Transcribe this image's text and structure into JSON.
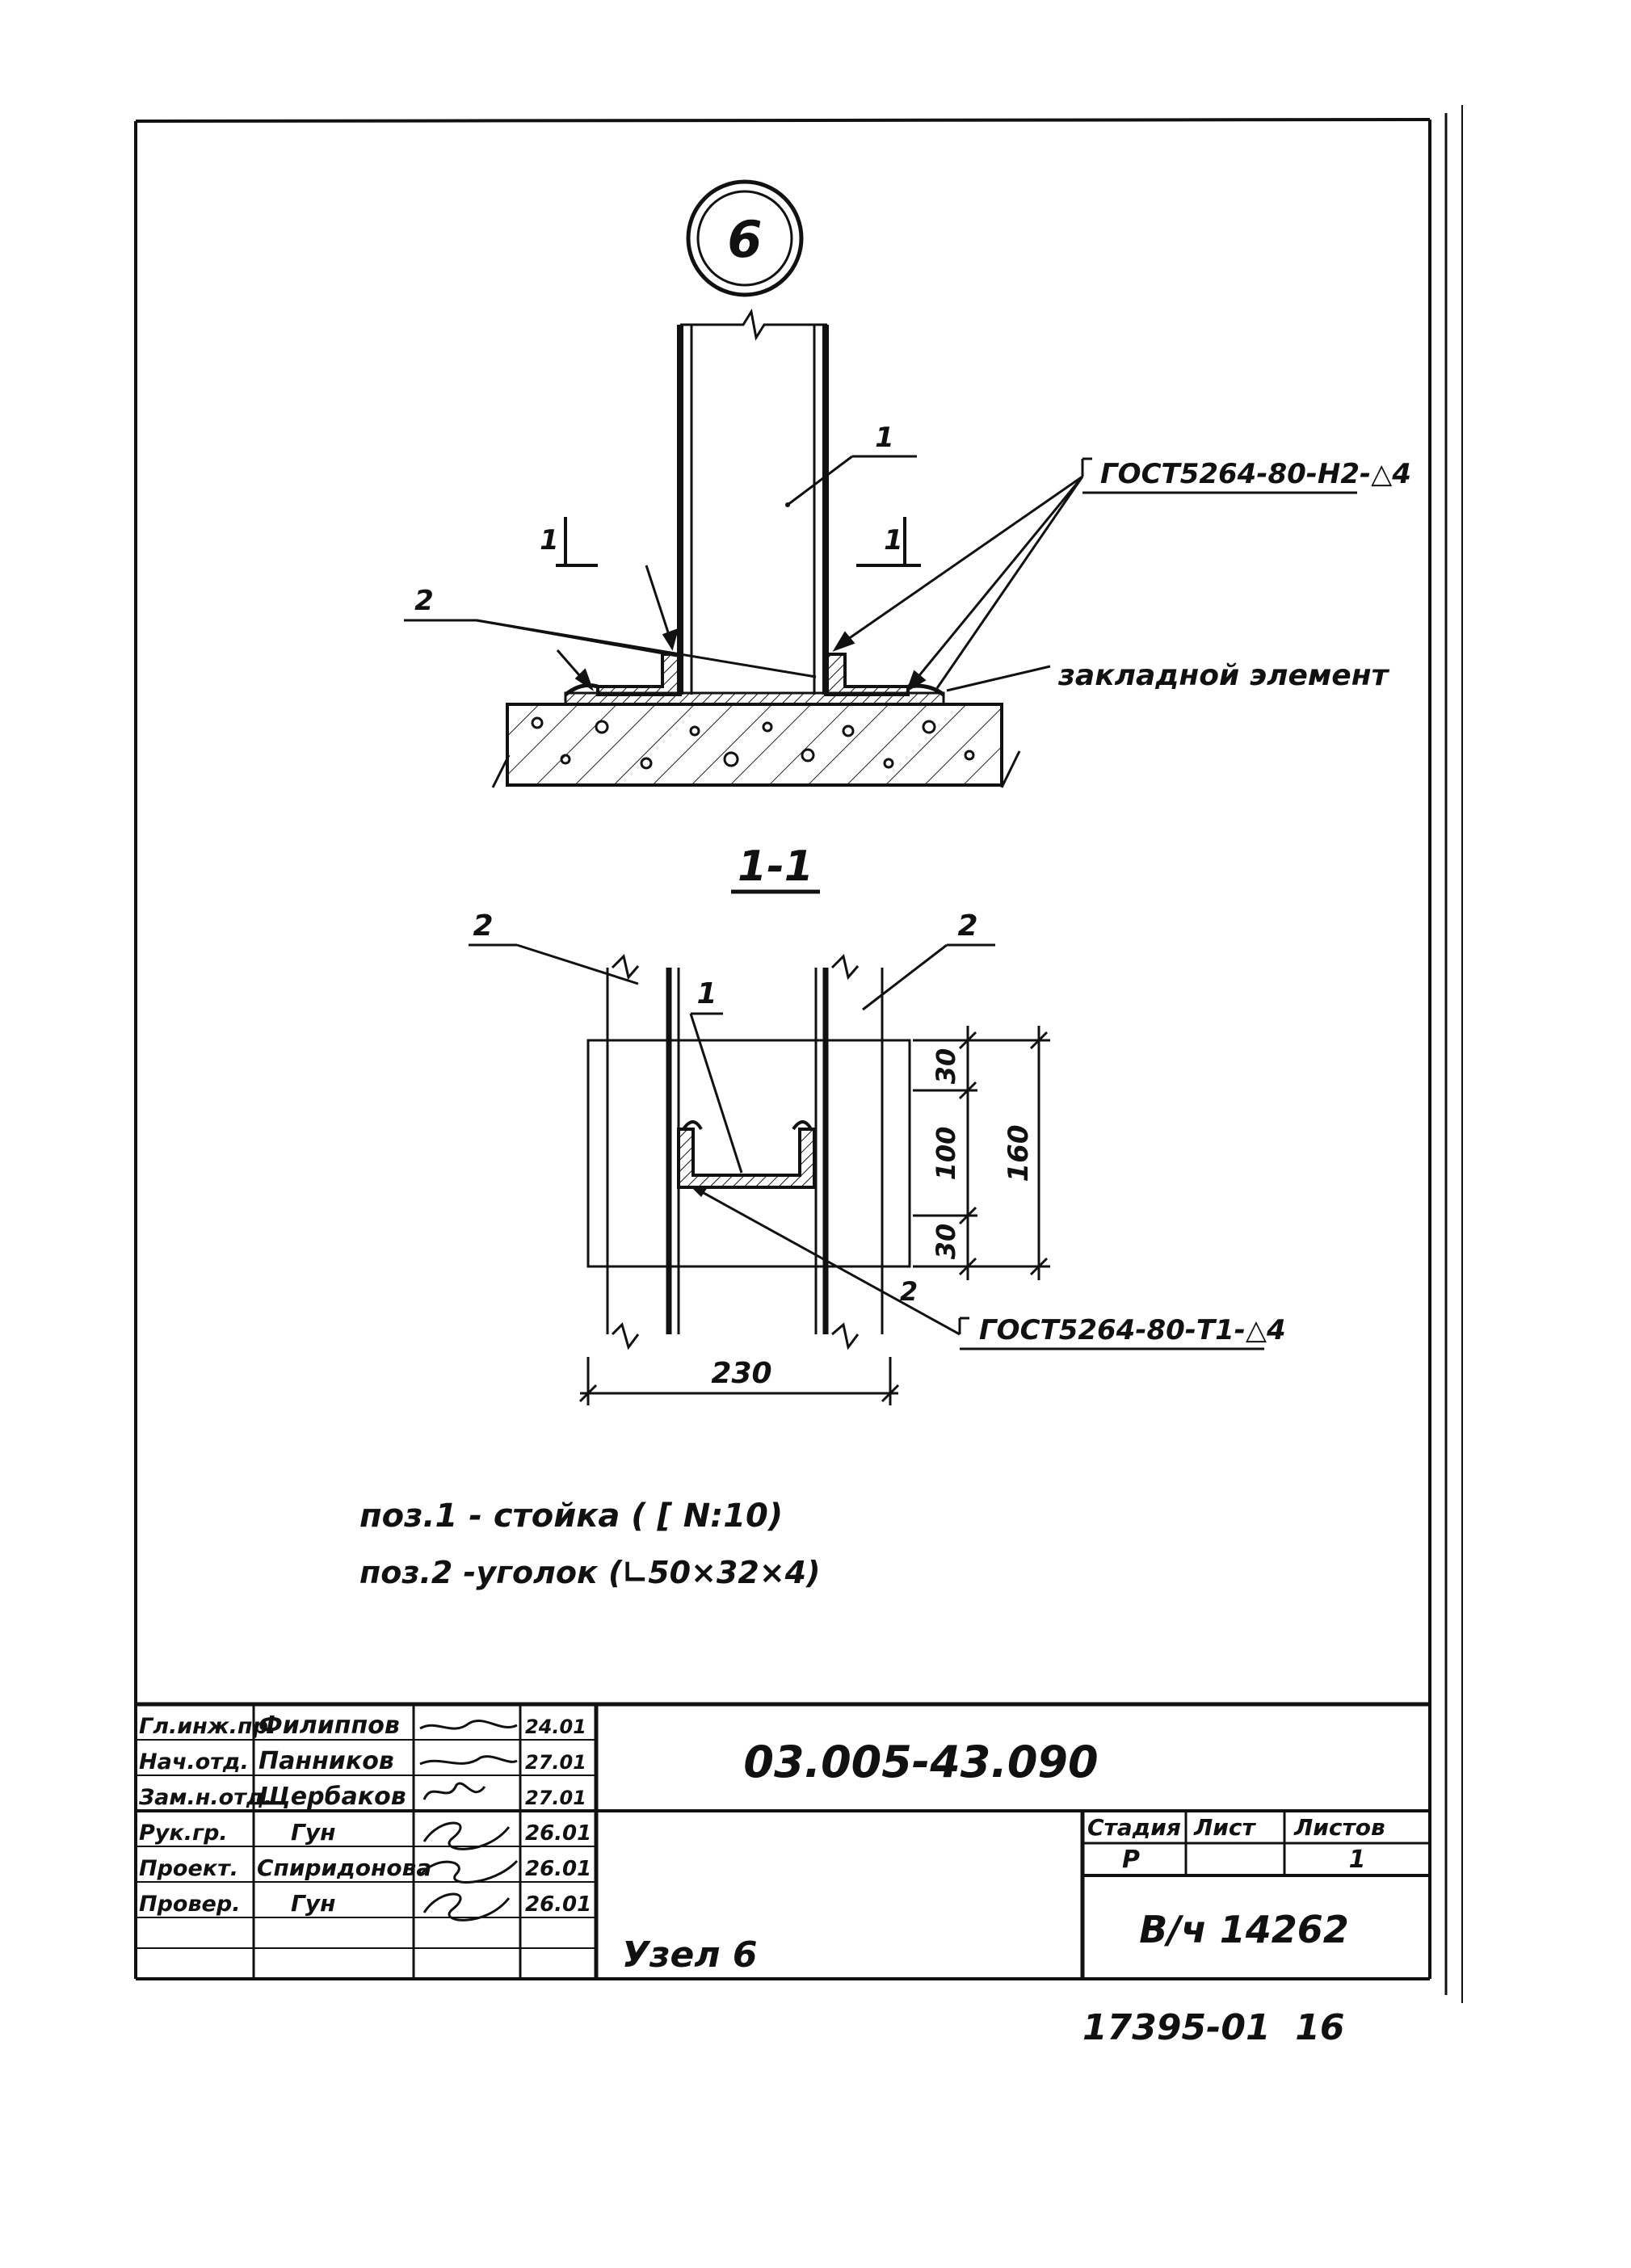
{
  "node_mark": "6",
  "elevation": {
    "pos_1": "1",
    "pos_2": "2",
    "cut_mark_left": "1",
    "cut_mark_right": "1",
    "weld_note": "ГОСТ5264-80-Н2-△4",
    "embedded_note": "закладной элемент"
  },
  "section": {
    "title": "1-1",
    "pos_2_left": "2",
    "pos_2_right": "2",
    "pos_1": "1",
    "pos_2_bottom": "2",
    "dim_30_top": "30",
    "dim_100": "100",
    "dim_30_bottom": "30",
    "dim_160": "160",
    "dim_230": "230",
    "weld_note": "ГОСТ5264-80-Т1-△4"
  },
  "notes": {
    "line1": "поз.1 - стойка ( [ N:10)",
    "line2": "поз.2 -уголок (∟50×32×4)"
  },
  "title_block": {
    "rows": [
      {
        "role": "Гл.инж.пр.",
        "name": "Филиппов",
        "date": "24.01"
      },
      {
        "role": "Нач.отд.",
        "name": "Панников",
        "date": "27.01"
      },
      {
        "role": "Зам.н.отд.",
        "name": "Щербаков",
        "date": "27.01"
      },
      {
        "role": "Рук.гр.",
        "name": "Гун",
        "date": "26.01"
      },
      {
        "role": "Проект.",
        "name": "Спиридонова",
        "date": "26.01"
      },
      {
        "role": "Провер.",
        "name": "Гун",
        "date": "26.01"
      }
    ],
    "code": "03.005-43.090",
    "sheet_title": "Узел 6",
    "stage_label": "Стадия",
    "sheet_label": "Лист",
    "sheets_label": "Листов",
    "stage_value": "Р",
    "sheet_value": "",
    "sheets_value": "1",
    "organization": "В/ч 14262"
  },
  "footer_code": "17395-01  16"
}
